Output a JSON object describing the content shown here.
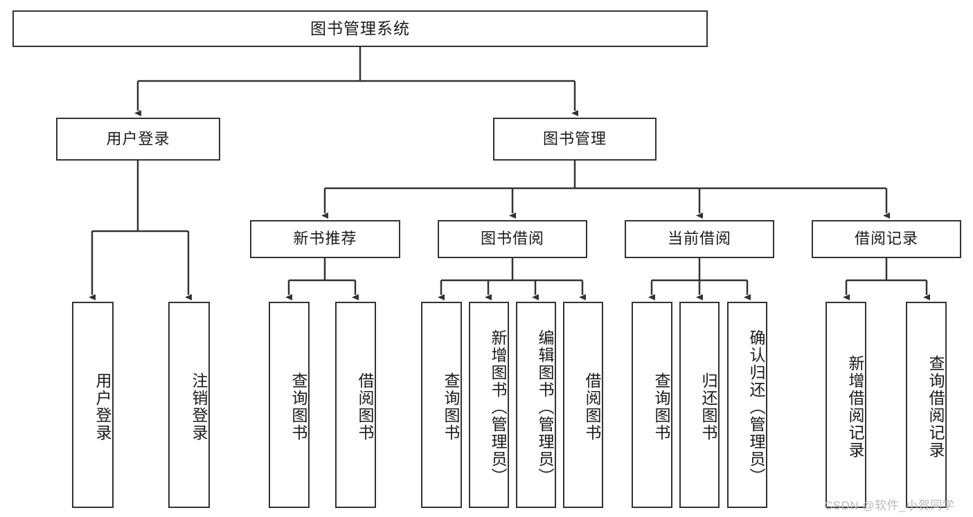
{
  "diagram": {
    "title": "图书管理系统",
    "type": "tree-hierarchy-chart",
    "orientation": "top-down",
    "stroke_color": "#333333",
    "fill_color": "#ffffff",
    "text_color": "#1a1a1a"
  },
  "watermark": {
    "text": "CSDN @软件_小贺同学",
    "color": "#b9b9b9"
  },
  "nodes": {
    "root": {
      "label": "图书管理系统",
      "level": 1
    },
    "level2": [
      {
        "id": "user-login",
        "label": "用户登录",
        "level": 2
      },
      {
        "id": "book-manage",
        "label": "图书管理",
        "level": 2
      }
    ],
    "level3": [
      {
        "id": "new-book-recommend",
        "label": "新书推荐",
        "level": 3
      },
      {
        "id": "book-borrow",
        "label": "图书借阅",
        "level": 3
      },
      {
        "id": "current-borrow",
        "label": "当前借阅",
        "level": 3
      },
      {
        "id": "borrow-record",
        "label": "借阅记录",
        "level": 3
      }
    ],
    "leaves": {
      "user-login": [
        {
          "id": "leaf-user-login",
          "label": "用户登录"
        },
        {
          "id": "leaf-user-logout",
          "label": "注销登录"
        }
      ],
      "new-book-recommend": [
        {
          "id": "leaf-query-book-1",
          "label": "查询图书"
        },
        {
          "id": "leaf-borrow-book-1",
          "label": "借阅图书"
        }
      ],
      "book-borrow": [
        {
          "id": "leaf-query-book-2",
          "label": "查询图书"
        },
        {
          "id": "leaf-add-book",
          "label": "新增图书（管理员）"
        },
        {
          "id": "leaf-edit-book",
          "label": "编辑图书（管理员）"
        },
        {
          "id": "leaf-borrow-book-2",
          "label": "借阅图书"
        }
      ],
      "current-borrow": [
        {
          "id": "leaf-query-book-3",
          "label": "查询图书"
        },
        {
          "id": "leaf-return-book",
          "label": "归还图书"
        },
        {
          "id": "leaf-confirm-return",
          "label": "确认归还（管理员）"
        }
      ],
      "borrow-record": [
        {
          "id": "leaf-add-record",
          "label": "新增借阅记录"
        },
        {
          "id": "leaf-query-record",
          "label": "查询借阅记录"
        }
      ]
    }
  }
}
